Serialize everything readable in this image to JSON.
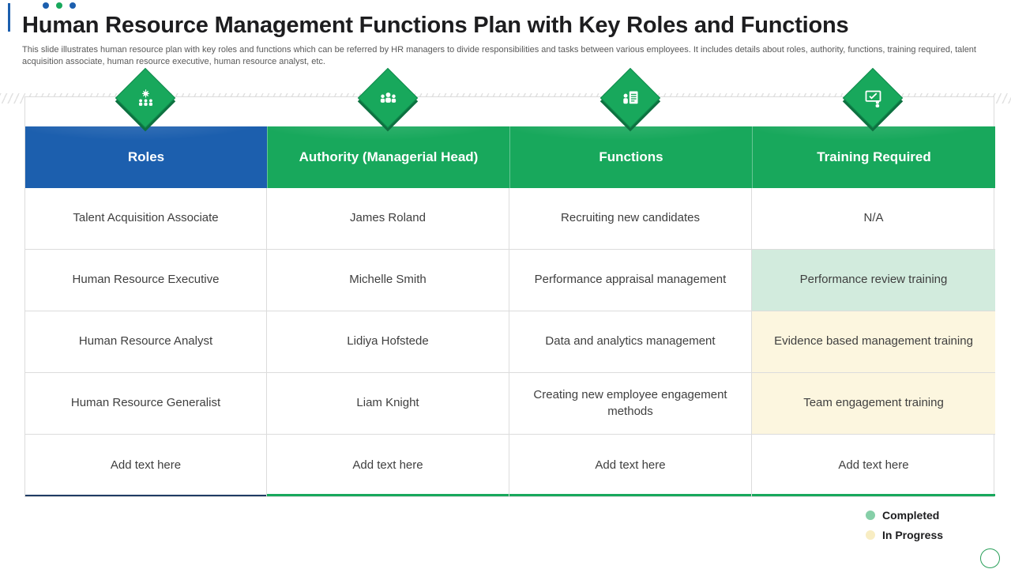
{
  "slide": {
    "title": "Human Resource Management Functions Plan with Key Roles and Functions",
    "description": "This slide illustrates human resource plan with key roles and functions which can be referred by HR managers to divide responsibilities and tasks between various employees. It includes details about roles, authority, functions, training required, talent acquisition associate, human resource executive, human resource analyst, etc."
  },
  "decor": {
    "dot_colors": [
      "#1c5fae",
      "#18a85c",
      "#1c5fae"
    ]
  },
  "columns": [
    {
      "header": "Roles",
      "header_bg": "#1c5fae",
      "icon": "org-structure-icon"
    },
    {
      "header": "Authority (Managerial Head)",
      "header_bg": "#18a85c",
      "icon": "team-icon"
    },
    {
      "header": "Functions",
      "header_bg": "#18a85c",
      "icon": "document-person-icon"
    },
    {
      "header": "Training Required",
      "header_bg": "#18a85c",
      "icon": "training-board-icon"
    }
  ],
  "rows": [
    {
      "cells": [
        "Talent Acquisition Associate",
        "James Roland",
        "Recruiting new candidates",
        "N/A"
      ],
      "training_status": "none"
    },
    {
      "cells": [
        "Human Resource Executive",
        "Michelle Smith",
        "Performance appraisal management",
        "Performance review training"
      ],
      "training_status": "completed"
    },
    {
      "cells": [
        "Human Resource Analyst",
        "Lidiya Hofstede",
        "Data and analytics management",
        "Evidence based management training"
      ],
      "training_status": "in_progress"
    },
    {
      "cells": [
        "Human Resource Generalist",
        "Liam Knight",
        "Creating new employee engagement methods",
        "Team engagement training"
      ],
      "training_status": "in_progress"
    },
    {
      "cells": [
        "Add text here",
        "Add text here",
        "Add text here",
        "Add text here"
      ],
      "training_status": "none"
    }
  ],
  "status_colors": {
    "completed": "#d2ebdd",
    "in_progress": "#fcf6df",
    "none": "transparent"
  },
  "legend": {
    "items": [
      {
        "label": "Completed",
        "color": "#86cfa8"
      },
      {
        "label": "In Progress",
        "color": "#f8edc3"
      }
    ]
  }
}
